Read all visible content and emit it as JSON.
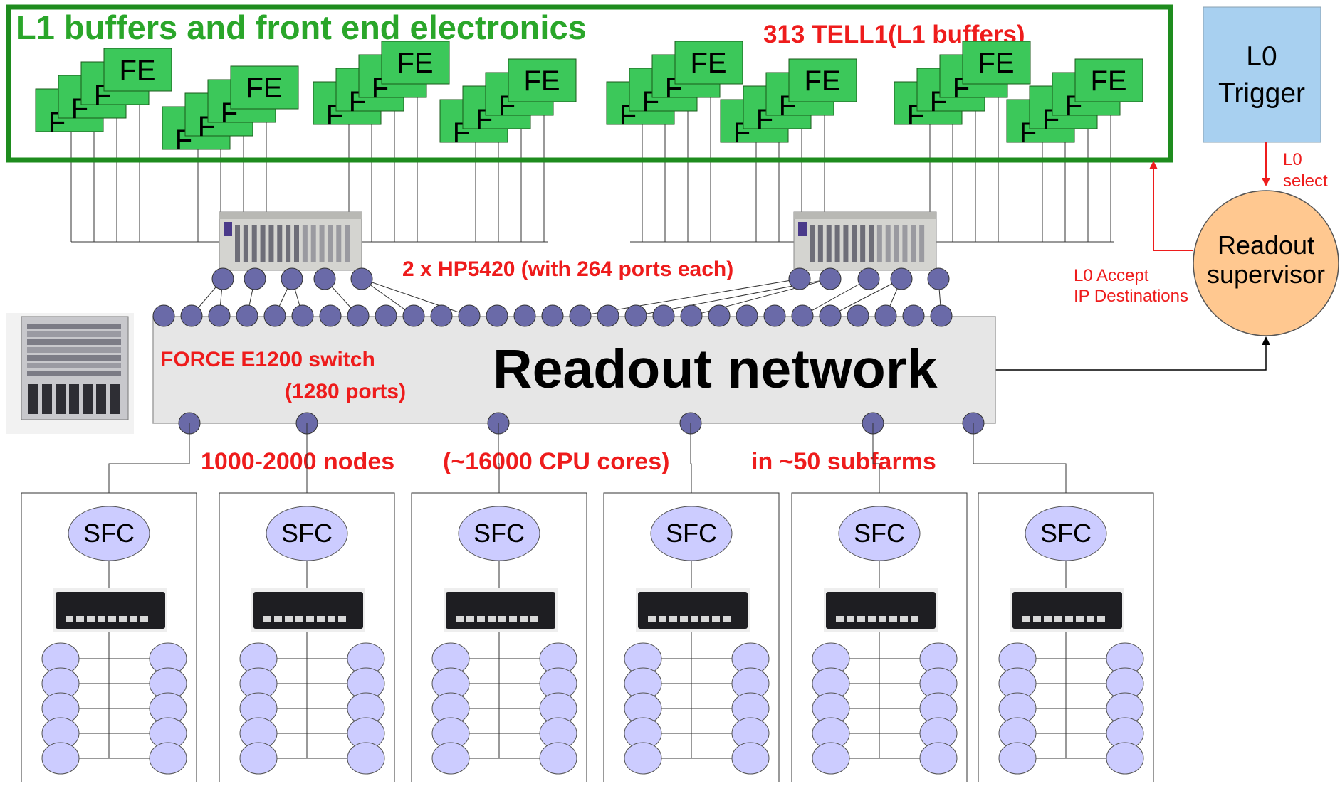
{
  "front_end": {
    "title": "L1 buffers and front end electronics",
    "tell1_label": "313 TELL1(L1 buffers)",
    "fe_label": "FE",
    "fe_partial_label": "F"
  },
  "trigger": {
    "l0_label": "L0",
    "trigger_label": "Trigger",
    "l0_select_line1": "L0",
    "l0_select_line2": "select"
  },
  "supervisor": {
    "line1": "Readout",
    "line2": "supervisor",
    "accept_line1": "L0 Accept",
    "accept_line2": "IP Destinations"
  },
  "edge_switches": {
    "label": "2 x HP5420 (with 264 ports each)"
  },
  "readout": {
    "title": "Readout network",
    "switch_line1": "FORCE E1200 switch",
    "switch_line2": "(1280 ports)"
  },
  "farm": {
    "nodes_label": "1000-2000 nodes",
    "cores_label": "(~16000 CPU cores)",
    "subfarms_label": "in ~50 subfarms",
    "sfc_label": "SFC",
    "subfarm_count": 6,
    "nodes_per_column": 5
  },
  "colors": {
    "frame_green": "#1e8c1e",
    "fe_fill": "#3cc85a",
    "title_green": "#2aa62a",
    "annotation_red": "#ee1c1c",
    "port_fill": "#6a6aa8",
    "node_fill": "#ccccff",
    "trigger_fill": "#a8d0f0",
    "supervisor_fill": "#ffc890",
    "network_fill": "#e6e6e6"
  }
}
